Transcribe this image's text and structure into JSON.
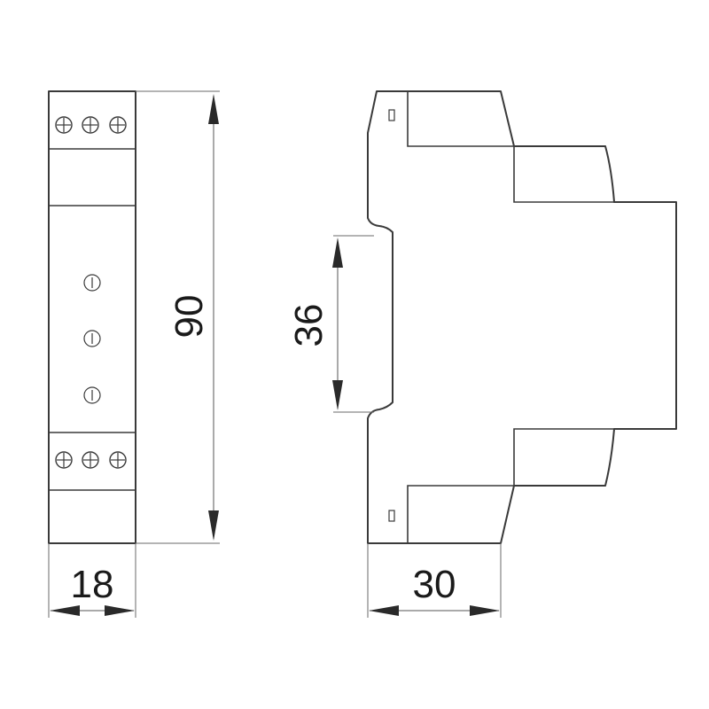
{
  "dimensions": {
    "front_width": "18",
    "height": "90",
    "rail_height": "36",
    "side_depth": "30"
  },
  "icons": {
    "terminal_screw": "screw-terminal-icon",
    "potentiometer": "adjust-knob-icon"
  },
  "colors": {
    "line": "#3a3a3a",
    "dimension_line": "#555555",
    "text": "#1a1a1a",
    "background": "#ffffff"
  }
}
